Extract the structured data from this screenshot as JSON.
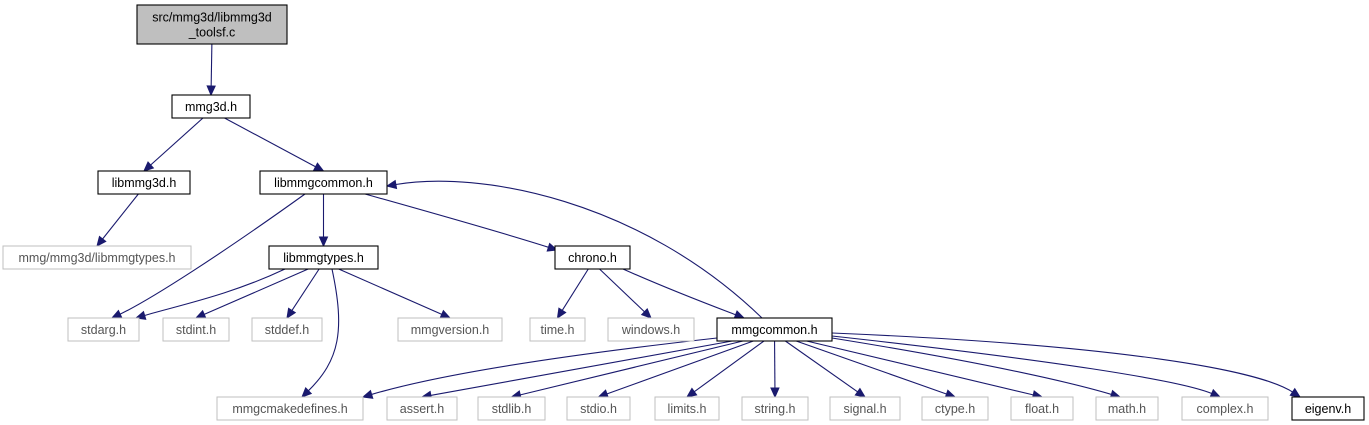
{
  "diagram": {
    "nodes": {
      "root": {
        "label_lines": [
          "src/mmg3d/libmmg3d",
          "_toolsf.c"
        ],
        "style": "root"
      },
      "mmg3d_h": {
        "label": "mmg3d.h",
        "style": "documented"
      },
      "libmmg3d_h": {
        "label": "libmmg3d.h",
        "style": "documented"
      },
      "libmmgcommon_h": {
        "label": "libmmgcommon.h",
        "style": "documented"
      },
      "libmmgtypes_ext": {
        "label": "mmg/mmg3d/libmmgtypes.h",
        "style": "external"
      },
      "libmmgtypes_h": {
        "label": "libmmgtypes.h",
        "style": "documented"
      },
      "chrono_h": {
        "label": "chrono.h",
        "style": "documented"
      },
      "stdarg_h": {
        "label": "stdarg.h",
        "style": "external"
      },
      "stdint_h": {
        "label": "stdint.h",
        "style": "external"
      },
      "stddef_h": {
        "label": "stddef.h",
        "style": "external"
      },
      "mmgversion_h": {
        "label": "mmgversion.h",
        "style": "external"
      },
      "time_h": {
        "label": "time.h",
        "style": "external"
      },
      "windows_h": {
        "label": "windows.h",
        "style": "external"
      },
      "mmgcommon_h": {
        "label": "mmgcommon.h",
        "style": "documented"
      },
      "mmgcmakedefines_h": {
        "label": "mmgcmakedefines.h",
        "style": "external"
      },
      "assert_h": {
        "label": "assert.h",
        "style": "external"
      },
      "stdlib_h": {
        "label": "stdlib.h",
        "style": "external"
      },
      "stdio_h": {
        "label": "stdio.h",
        "style": "external"
      },
      "limits_h": {
        "label": "limits.h",
        "style": "external"
      },
      "string_h": {
        "label": "string.h",
        "style": "external"
      },
      "signal_h": {
        "label": "signal.h",
        "style": "external"
      },
      "ctype_h": {
        "label": "ctype.h",
        "style": "external"
      },
      "float_h": {
        "label": "float.h",
        "style": "external"
      },
      "math_h": {
        "label": "math.h",
        "style": "external"
      },
      "complex_h": {
        "label": "complex.h",
        "style": "external"
      },
      "eigenv_h": {
        "label": "eigenv.h",
        "style": "documented"
      }
    },
    "edges": [
      [
        "root",
        "mmg3d_h"
      ],
      [
        "mmg3d_h",
        "libmmg3d_h"
      ],
      [
        "mmg3d_h",
        "libmmgcommon_h"
      ],
      [
        "libmmg3d_h",
        "libmmgtypes_ext"
      ],
      [
        "libmmgcommon_h",
        "stdarg_h"
      ],
      [
        "libmmgcommon_h",
        "libmmgtypes_h"
      ],
      [
        "libmmgcommon_h",
        "chrono_h"
      ],
      [
        "libmmgtypes_h",
        "stdarg_h"
      ],
      [
        "libmmgtypes_h",
        "stdint_h"
      ],
      [
        "libmmgtypes_h",
        "stddef_h"
      ],
      [
        "libmmgtypes_h",
        "mmgversion_h"
      ],
      [
        "libmmgtypes_h",
        "mmgcmakedefines_h"
      ],
      [
        "chrono_h",
        "time_h"
      ],
      [
        "chrono_h",
        "windows_h"
      ],
      [
        "chrono_h",
        "mmgcommon_h"
      ],
      [
        "mmgcommon_h",
        "libmmgcommon_h"
      ],
      [
        "mmgcommon_h",
        "mmgcmakedefines_h"
      ],
      [
        "mmgcommon_h",
        "assert_h"
      ],
      [
        "mmgcommon_h",
        "stdlib_h"
      ],
      [
        "mmgcommon_h",
        "stdio_h"
      ],
      [
        "mmgcommon_h",
        "limits_h"
      ],
      [
        "mmgcommon_h",
        "string_h"
      ],
      [
        "mmgcommon_h",
        "signal_h"
      ],
      [
        "mmgcommon_h",
        "ctype_h"
      ],
      [
        "mmgcommon_h",
        "float_h"
      ],
      [
        "mmgcommon_h",
        "math_h"
      ],
      [
        "mmgcommon_h",
        "complex_h"
      ],
      [
        "mmgcommon_h",
        "eigenv_h"
      ]
    ],
    "colors": {
      "edge": "#1a1a6e",
      "root_fill": "#bfbfbf",
      "documented_border": "#000000",
      "external_border": "#bfbfbf"
    }
  }
}
